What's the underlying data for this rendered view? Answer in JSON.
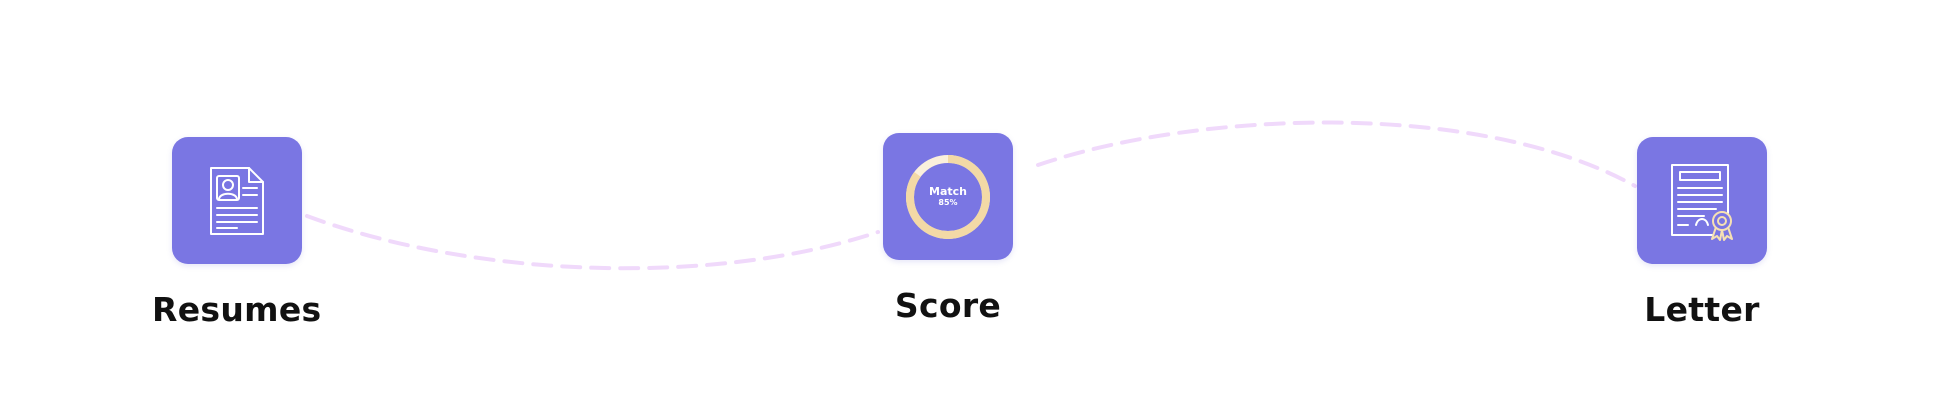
{
  "steps": [
    {
      "label": "Resumes",
      "icon": "resume-document-icon"
    },
    {
      "label": "Score",
      "icon": "match-score-ring-icon",
      "match": {
        "title": "Match",
        "value": "85%",
        "fraction": 0.85
      }
    },
    {
      "label": "Letter",
      "icon": "certificate-letter-icon"
    }
  ],
  "colors": {
    "tile": "#7a76e3",
    "connector": "#f0d9fb",
    "ring": "#f6e1b3",
    "label": "#111111"
  }
}
